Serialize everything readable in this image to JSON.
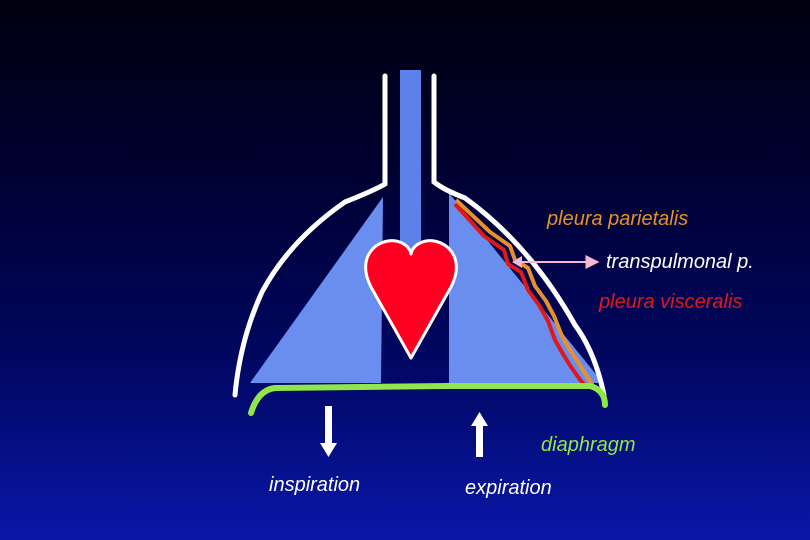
{
  "labels": {
    "pleura_parietalis": "pleura parietalis",
    "transpulmonal": "transpulmonal p.",
    "pleura_visceralis": "pleura visceralis",
    "diaphragm": "diaphragm",
    "inspiration": "inspiration",
    "expiration": "expiration"
  },
  "colors": {
    "lung": "#6a8ef0",
    "trachea": "#5c82ea",
    "heart": "#ff0022",
    "chest_wall": "#ffffff",
    "pleura_parietalis": "#e8902a",
    "pleura_visceralis": "#e01818",
    "diaphragm": "#8ee84a",
    "transpulmonal_arrow": "#f5b8d0",
    "label_parietalis": "#e8902a",
    "label_transpulmonal": "#ffffff",
    "label_visceralis": "#e01818",
    "label_diaphragm": "#8ee84a",
    "label_motion": "#ffffff"
  }
}
